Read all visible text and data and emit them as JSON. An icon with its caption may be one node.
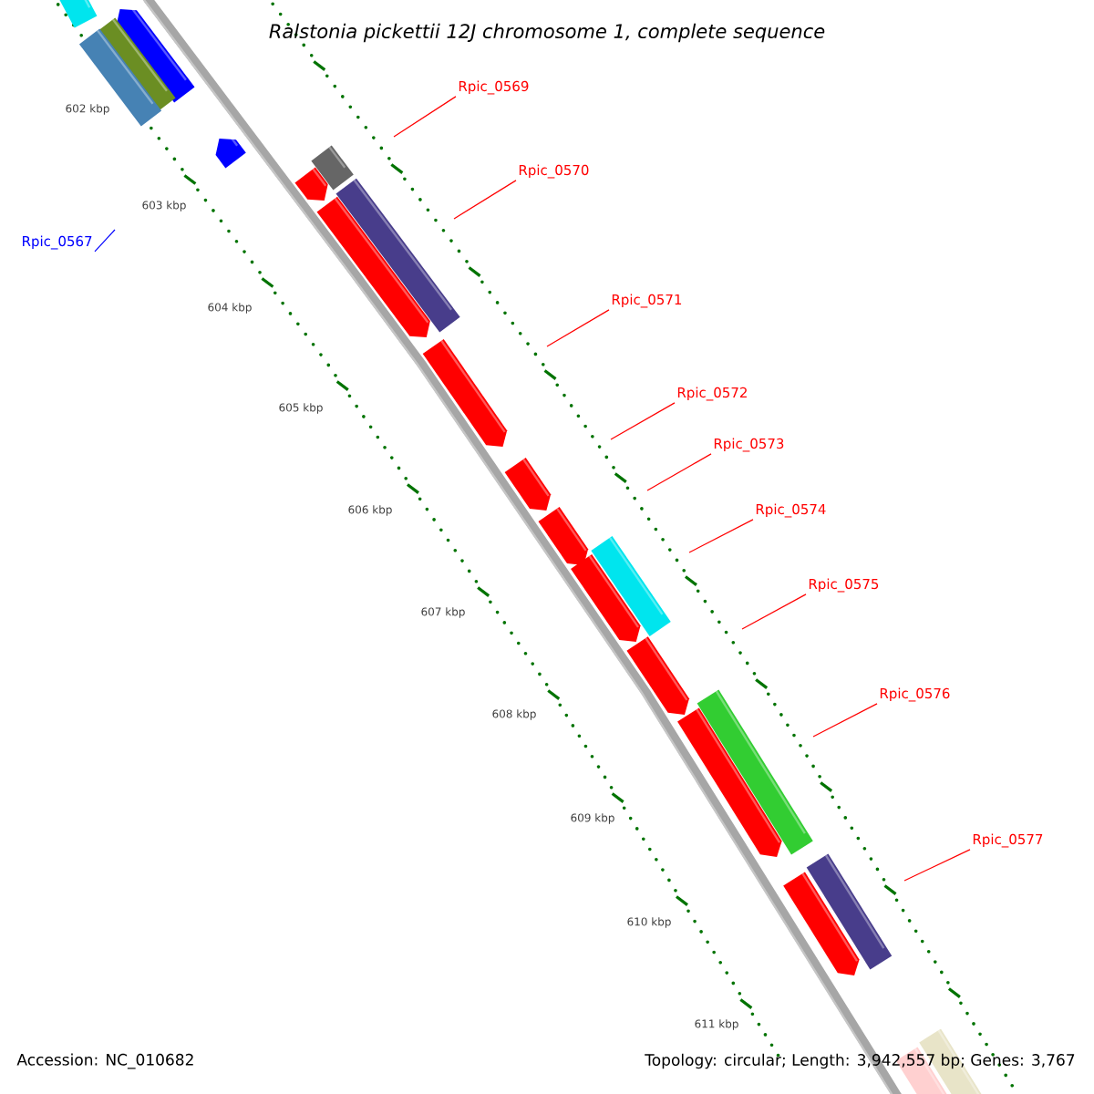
{
  "diagram": {
    "title": "*Ralstonia pickettii* 12J chromosome 1, complete sequence",
    "nodes": [
      {
        "text": [
          "Rpic_0567"
        ]
      },
      {
        "text": [
          "Rpic_0569"
        ]
      },
      {
        "text": [
          "Rpic_0570"
        ]
      },
      {
        "text": [
          "Rpic_0571"
        ]
      },
      {
        "text": [
          "Rpic_0572"
        ]
      },
      {
        "text": [
          "Rpic_0573"
        ]
      },
      {
        "text": [
          "Rpic_0574"
        ]
      },
      {
        "text": [
          "Rpic_0575"
        ]
      },
      {
        "text": [
          "Rpic_0576"
        ]
      },
      {
        "text": [
          "Rpic_0577"
        ]
      }
    ],
    "edges": [
      {
        "from": 0,
        "to": null,
        "arrow": "none",
        "color": "#0000ff"
      },
      {
        "from": 1,
        "to": null,
        "arrow": "none"
      },
      {
        "from": 2,
        "to": null,
        "arrow": "none"
      },
      {
        "from": 3,
        "to": null,
        "arrow": "none"
      },
      {
        "from": 4,
        "to": null,
        "arrow": "none"
      },
      {
        "from": 5,
        "to": null,
        "arrow": "none"
      },
      {
        "from": 6,
        "to": null,
        "arrow": "none"
      },
      {
        "from": 7,
        "to": null,
        "arrow": "none"
      },
      {
        "from": 8,
        "to": null,
        "arrow": "none"
      },
      {
        "from": 9,
        "to": null,
        "arrow": "none"
      }
    ],
    "labels": [
      "602 kbp",
      "603 kbp",
      "604 kbp",
      "605 kbp",
      "606 kbp",
      "607 kbp",
      "608 kbp",
      "609 kbp",
      "610 kbp",
      "611 kbp",
      "Accession: NC_010682",
      "Topology: circular; Length: 3,942,557 bp; Genes: 3,767"
    ]
  }
}
